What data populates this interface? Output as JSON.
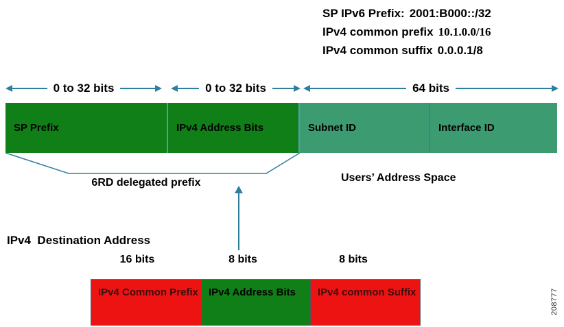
{
  "header": {
    "lines": [
      {
        "label": "SP IPv6 Prefix:",
        "value": "2001:B000::/32"
      },
      {
        "label": "IPv4 common prefix",
        "value": "10.1.0.0/16"
      },
      {
        "label": "IPv4 common suffix",
        "value": "0.0.0.1/8"
      }
    ]
  },
  "top_measures": [
    {
      "label": "0 to 32 bits"
    },
    {
      "label": "0 to 32 bits"
    },
    {
      "label": "64 bits"
    }
  ],
  "ipv6_bar": {
    "segments": [
      {
        "label": "SP Prefix",
        "color": "#117f17"
      },
      {
        "label": "IPv4 Address Bits",
        "color": "#117f17"
      },
      {
        "label": "Subnet ID",
        "color": "#3d9b72"
      },
      {
        "label": "Interface ID",
        "color": "#3d9b72"
      }
    ]
  },
  "annotations": {
    "delegated_prefix": "6RD delegated prefix",
    "users_address_space": "Users’ Address Space",
    "ipv4_destination": "IPv4  Destination Address"
  },
  "bottom_measures": [
    {
      "label": "16 bits"
    },
    {
      "label": "8 bits"
    },
    {
      "label": "8 bits"
    }
  ],
  "ipv4_bar": {
    "segments": [
      {
        "label": "IPv4 Common Prefix",
        "color": "#ee1313"
      },
      {
        "label": "IPv4 Address Bits",
        "color": "#117f17"
      },
      {
        "label": "IPv4 common Suffix",
        "color": "#ee1313"
      }
    ]
  },
  "figure_number": "208777",
  "colors": {
    "arrow_teal": "#2d7f9e",
    "dark_green": "#117f17",
    "sea_green": "#3d9b72",
    "red": "#ee1313"
  }
}
